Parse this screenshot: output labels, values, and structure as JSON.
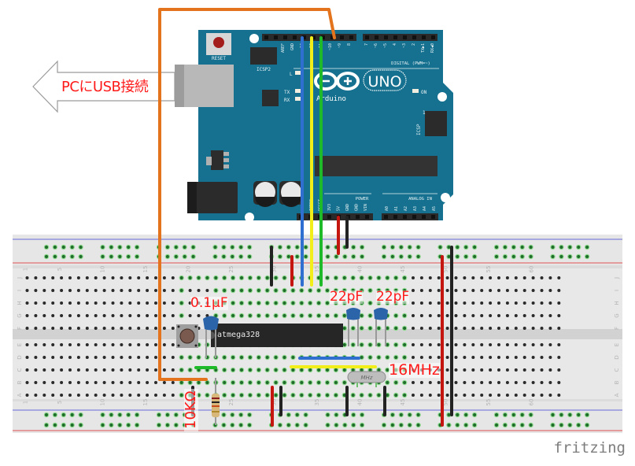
{
  "diagram": {
    "tool_watermark": "fritzing",
    "arduino": {
      "board_name": "UNO",
      "brand": "Arduino",
      "reset_label": "RESET",
      "icsp2_label": "ICSP2",
      "icsp_label": "ICSP",
      "icsp_pin1": "1",
      "led_labels": [
        "L",
        "TX",
        "RX"
      ],
      "on_label": "ON",
      "digital_label": "DIGITAL (PWM=~)",
      "power_label": "POWER",
      "analog_label": "ANALOG IN",
      "top_header_pins": [
        "AREF",
        "GND",
        "13",
        "12",
        "~11",
        "~10",
        "~9",
        "8",
        "7",
        "~6",
        "~5",
        "4",
        "~3",
        "2",
        "TX▶1",
        "RX◀0"
      ],
      "power_pins": [
        "IOREF",
        "RESET",
        "3V3",
        "5V",
        "GND",
        "GND",
        "VIN"
      ],
      "analog_pins": [
        "A0",
        "A1",
        "A2",
        "A3",
        "A4",
        "A5"
      ],
      "board_color": "#15718f"
    },
    "usb_arrow_label": "PCにUSB接続",
    "chip_label": "atmega328",
    "crystal_label": "MHz",
    "component_labels": {
      "cap_100n": "0.1μF",
      "cap_22p_1": "22pF",
      "cap_22p_2": "22pF",
      "crystal": "16MHz",
      "resistor": "10KΩ"
    },
    "breadboard": {
      "row_letters_top": [
        "J",
        "I",
        "H",
        "G",
        "F"
      ],
      "row_letters_bottom": [
        "E",
        "D",
        "C",
        "B",
        "A"
      ],
      "column_numbers": [
        "1",
        "5",
        "10",
        "15",
        "20",
        "25",
        "30",
        "35",
        "40",
        "45",
        "50",
        "55",
        "60"
      ]
    },
    "wire_colors": {
      "orange": "#e3731c",
      "blue": "#2f6fd0",
      "yellow": "#f2ee1a",
      "green": "#1fba2a",
      "red": "#c4160f",
      "black": "#222222"
    },
    "label_color": "#ff1a1a"
  }
}
